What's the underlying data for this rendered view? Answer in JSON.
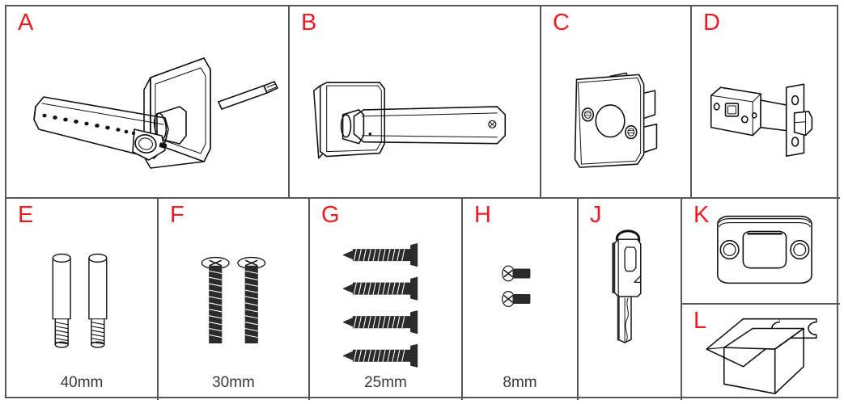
{
  "diagram": {
    "title": "Smart Lever Lock Parts List",
    "type": "exploded-parts-inventory",
    "label_color": "#ed1c24",
    "line_color": "#1a1a1a",
    "border_color": "#58585a",
    "background": "#ffffff",
    "rows": 2,
    "top_row_cells": 4,
    "bottom_row_cells": 7
  },
  "parts": [
    {
      "id": "A",
      "label": "A",
      "name": "keypad-lever-exterior-assembly",
      "description": "Exterior keypad lever handle with square escutcheon, fingerprint reader and spindle",
      "size": "",
      "quantity": 1,
      "row": "top",
      "column": 1
    },
    {
      "id": "B",
      "label": "B",
      "name": "interior-lever-assembly",
      "description": "Interior lever handle with square rosette and thumb set screw",
      "size": "",
      "quantity": 1,
      "row": "top",
      "column": 2
    },
    {
      "id": "C",
      "label": "C",
      "name": "mounting-plate",
      "description": "Interior mounting chassis plate with central spindle hole and two threaded bosses",
      "size": "",
      "quantity": 1,
      "row": "top",
      "column": 3
    },
    {
      "id": "D",
      "label": "D",
      "name": "latch-bolt-assembly",
      "description": "Tubular latch with faceplate and angled bolt",
      "size": "",
      "quantity": 1,
      "row": "top",
      "column": 4
    },
    {
      "id": "E",
      "label": "E",
      "name": "connecting-post",
      "description": "Threaded connecting standoff posts",
      "size": "40mm",
      "quantity": 2,
      "row": "bottom",
      "column": 1
    },
    {
      "id": "F",
      "label": "F",
      "name": "machine-screw-long",
      "description": "Flat head Phillips machine screws",
      "size": "30mm",
      "quantity": 2,
      "row": "bottom",
      "column": 2
    },
    {
      "id": "G",
      "label": "G",
      "name": "wood-screw",
      "description": "Self-tapping flat head wood screws",
      "size": "25mm",
      "quantity": 4,
      "row": "bottom",
      "column": 3
    },
    {
      "id": "H",
      "label": "H",
      "name": "short-screw",
      "description": "Short Phillips flat head screws",
      "size": "8mm",
      "quantity": 2,
      "row": "bottom",
      "column": 4
    },
    {
      "id": "J",
      "label": "J",
      "name": "mechanical-key",
      "description": "Emergency mechanical key with ring loop",
      "size": "",
      "quantity": 1,
      "row": "bottom",
      "column": 5
    },
    {
      "id": "K",
      "label": "K",
      "name": "strike-plate",
      "description": "Door jamb strike plate with two screw holes",
      "size": "",
      "quantity": 1,
      "row": "bottom",
      "column": 6
    },
    {
      "id": "L",
      "label": "L",
      "name": "dust-box",
      "description": "Latch dust box insert for door frame",
      "size": "",
      "quantity": 1,
      "row": "bottom",
      "column": 6
    }
  ]
}
